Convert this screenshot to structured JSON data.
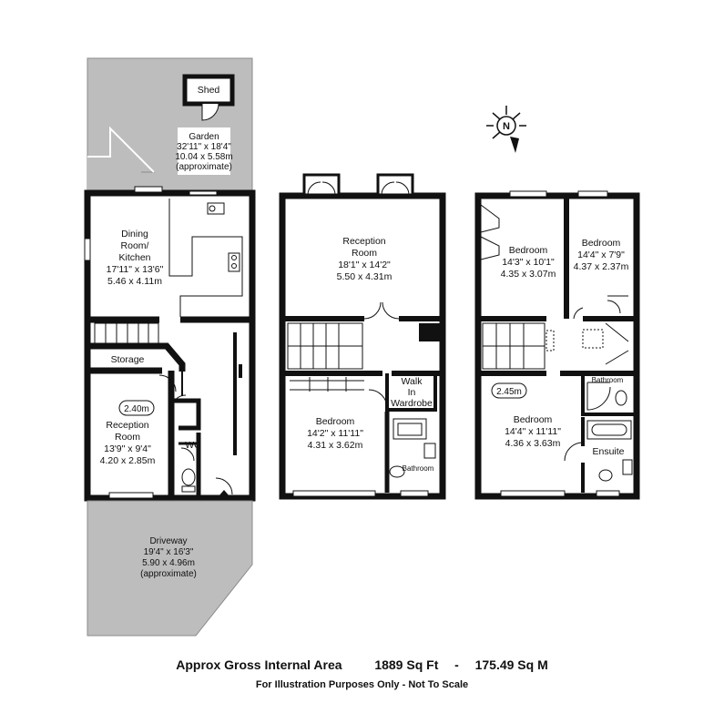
{
  "footer": {
    "area_label": "Approx Gross Internal Area",
    "sq_ft": "1889 Sq Ft",
    "separator": "-",
    "sq_m": "175.49 Sq M",
    "disclaimer": "For Illustration Purposes Only - Not To Scale"
  },
  "compass": {
    "letter": "N"
  },
  "ground_floor": {
    "shed": "Shed",
    "garden": {
      "name": "Garden",
      "dim_ft": "32'11\" x 18'4\"",
      "dim_m": "10.04 x 5.58m",
      "note": "(approximate)"
    },
    "dining": {
      "name_1": "Dining",
      "name_2": "Room/",
      "name_3": "Kitchen",
      "dim_ft": "17'11\" x 13'6\"",
      "dim_m": "5.46 x 4.11m"
    },
    "storage": "Storage",
    "ceiling_height": "2.40m",
    "reception": {
      "name_1": "Reception",
      "name_2": "Room",
      "dim_ft": "13'9\" x 9'4\"",
      "dim_m": "4.20 x 2.85m"
    },
    "wc": "WC",
    "driveway": {
      "name": "Driveway",
      "dim_ft": "19'4\" x 16'3\"",
      "dim_m": "5.90 x 4.96m",
      "note": "(approximate)"
    }
  },
  "first_floor": {
    "reception": {
      "name_1": "Reception",
      "name_2": "Room",
      "dim_ft": "18'1\" x 14'2\"",
      "dim_m": "5.50 x 4.31m"
    },
    "walk_in": {
      "line_1": "Walk",
      "line_2": "In",
      "line_3": "Wardrobe"
    },
    "bedroom": {
      "name": "Bedroom",
      "dim_ft": "14'2\" x 11'11\"",
      "dim_m": "4.31 x 3.62m"
    },
    "bathroom": "Bathroom"
  },
  "second_floor": {
    "bedroom_a": {
      "name": "Bedroom",
      "dim_ft": "14'3\" x 10'1\"",
      "dim_m": "4.35 x 3.07m"
    },
    "bedroom_b": {
      "name": "Bedroom",
      "dim_ft": "14'4\" x 7'9\"",
      "dim_m": "4.37 x 2.37m"
    },
    "bathroom": "Bathroom",
    "ceiling_height": "2.45m",
    "bedroom_c": {
      "name": "Bedroom",
      "dim_ft": "14'4\" x 11'11\"",
      "dim_m": "4.36 x 3.63m"
    },
    "ensuite": "Ensuite"
  },
  "colors": {
    "wall": "#111111",
    "outdoor": "#bdbdbd",
    "outdoor_edge": "#8a8a8a"
  }
}
